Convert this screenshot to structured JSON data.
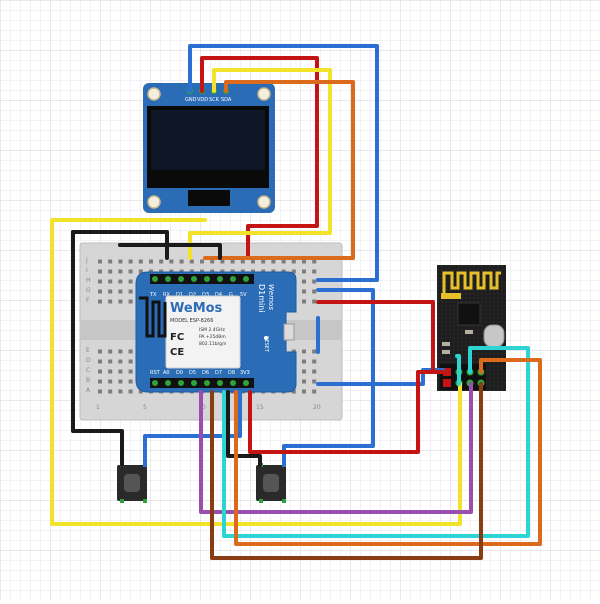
{
  "oled": {
    "pins": [
      "GND",
      "VDD",
      "SCK",
      "SDA"
    ]
  },
  "wemos": {
    "logo": "WeMos",
    "model": "MODEL  ESP-8266",
    "specs": [
      "ISM 2.4GHz",
      "PA +25dBm",
      "802.11b/g/n"
    ],
    "fc": "FC",
    "ce": "CE",
    "name": "D1mini",
    "signature": "Wemos",
    "reset": "RESET",
    "top_pins": [
      "TX",
      "RX",
      "D1",
      "D2",
      "D3",
      "D4",
      "G",
      "5V"
    ],
    "bottom_pins": [
      "RST",
      "A0",
      "D0",
      "D5",
      "D6",
      "D7",
      "D8",
      "3V3"
    ]
  },
  "breadboard": {
    "row_letters": [
      "J",
      "I",
      "H",
      "G",
      "F",
      "E",
      "D",
      "C",
      "B",
      "A"
    ],
    "col_numbers": [
      "1",
      "5",
      "10",
      "15",
      "20"
    ]
  },
  "colors": {
    "wire_blue": "#2a6fd1",
    "wire_red": "#c41414",
    "wire_yellow": "#f2e22a",
    "wire_orange": "#dc6a1c",
    "wire_black": "#1a1a1a",
    "wire_purple": "#9a4fb0",
    "wire_cyan": "#2ed4d4",
    "wire_brown": "#8a3c12",
    "board_blue": "#2b6cb6",
    "pcb_black": "#1e1e1e",
    "pin_green": "#2ea33a"
  }
}
